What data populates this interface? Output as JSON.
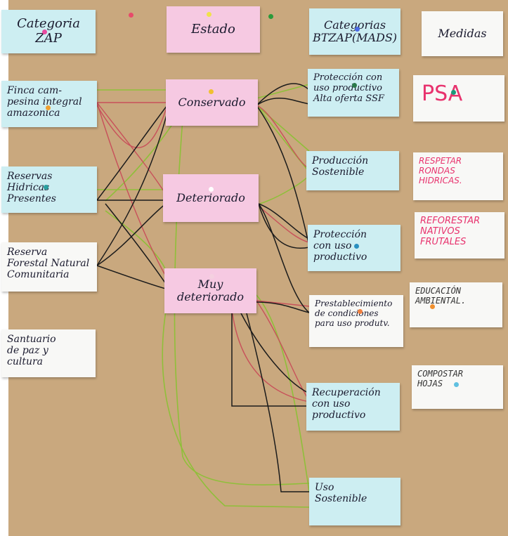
{
  "headers": {
    "zap": "Categoria\nZAP",
    "estado": "Estado",
    "btzap": "Categorias\nBTZAP(MADS)",
    "medidas": "Medidas"
  },
  "zap_items": [
    "Finca cam-\npesina integral\namazonica",
    "Reservas\nHidricas\nPresentes",
    "Reserva\nForestal Natural\nComunitaria",
    "Santuario\nde paz y\ncultura"
  ],
  "estado_items": [
    "Conservado",
    "Deteriorado",
    "Muy\ndeteriorado"
  ],
  "btzap_items": [
    "Protección con\nuso productivo\nAlta oferta SSF",
    "Producción\nSostenible",
    "Protección\ncon uso\nproductivo",
    "Prestablecimiento\nde condiciones\npara uso produtv.",
    "Recuperación\ncon uso\nproductivo",
    "Uso\nSostenible"
  ],
  "medidas_items": [
    "PSA",
    "RESPETAR\nRONDAS\nHIDRICAS.",
    "REFORESTAR\nNATIVOS\nFRUTALES",
    "EDUCACIÓN\nAMBIENTAL.",
    "COMPOSTAR\nHOJAS"
  ],
  "colors": {
    "board": "#c9a87e",
    "card_blue": "#cdeef2",
    "card_pink": "#f6c9e2",
    "card_white": "#f8f8f6",
    "line_black": "#1b1b1b",
    "line_red": "#c8505a",
    "line_green": "#8fbf3a",
    "ink_pink": "#e8336e"
  }
}
